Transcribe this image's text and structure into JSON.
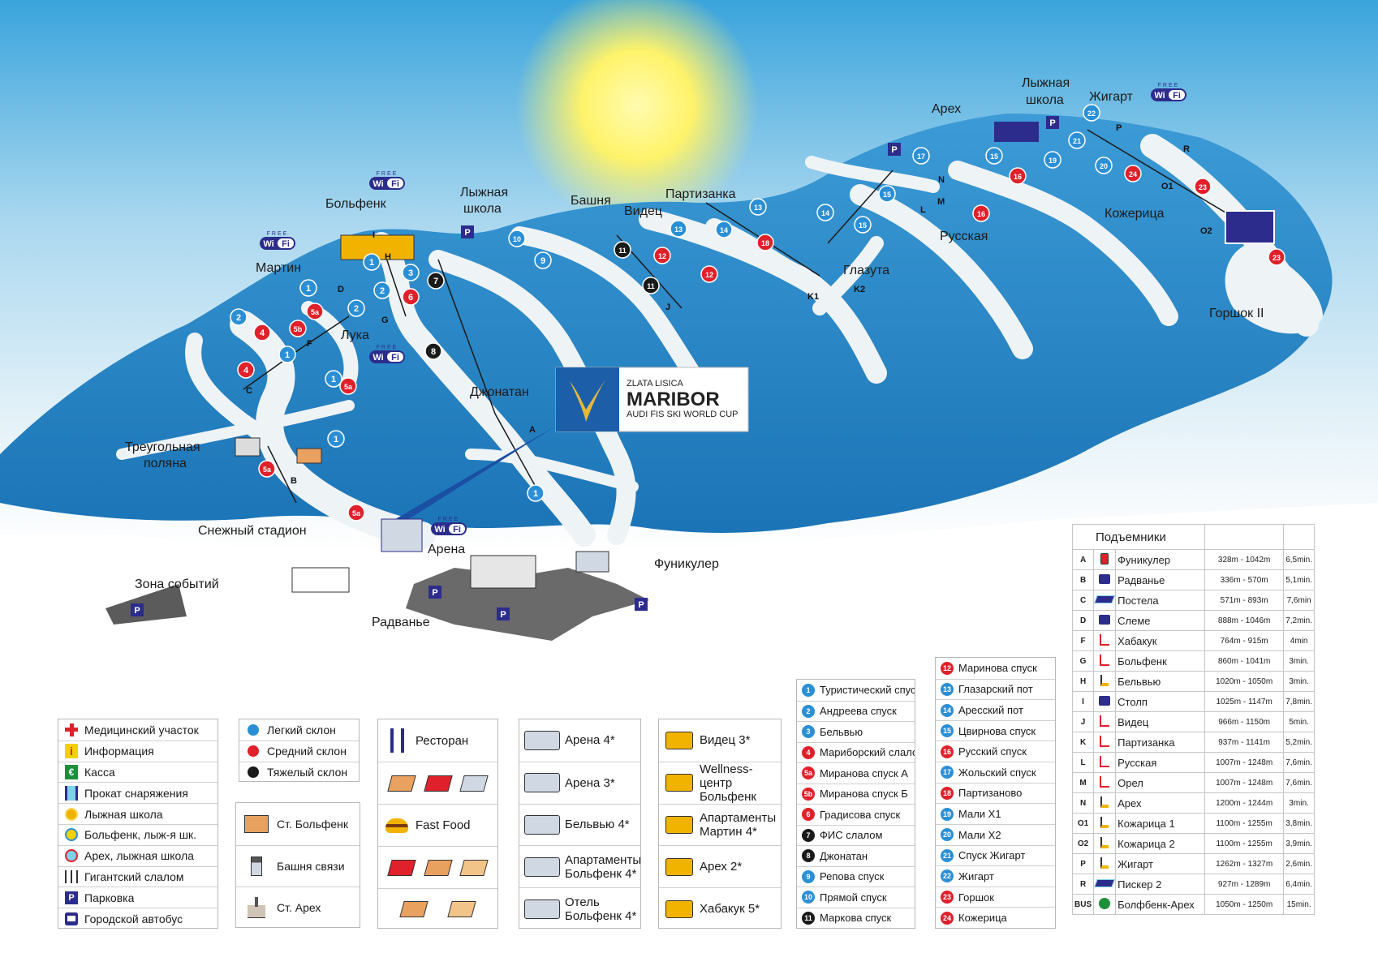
{
  "colors": {
    "sky": "#cfe8f6",
    "mountain": "#2d8fd0",
    "mountain_dark": "#1673b5",
    "snow": "#e9eef1",
    "sun": "#fff36a",
    "easy": "#2b8fd6",
    "medium": "#e0202a",
    "hard": "#1a1a1a",
    "parking": "#2c2c8c",
    "wifi": "#2c2c8c",
    "euro": "#1f8f3a",
    "info": "#f1d100"
  },
  "map_labels": [
    {
      "id": "martin",
      "text": "Мартин"
    },
    {
      "id": "bolfenk",
      "text": "Больфенк"
    },
    {
      "id": "skischool1a",
      "text": "Лыжная"
    },
    {
      "id": "skischool1b",
      "text": "школа"
    },
    {
      "id": "bashnya",
      "text": "Башня"
    },
    {
      "id": "videc",
      "text": "Видец"
    },
    {
      "id": "partizanka",
      "text": "Партизанка"
    },
    {
      "id": "luka",
      "text": "Лука"
    },
    {
      "id": "dzhonatan",
      "text": "Джонатан"
    },
    {
      "id": "treug1",
      "text": "Треугольная"
    },
    {
      "id": "treug2",
      "text": "поляна"
    },
    {
      "id": "snezhny",
      "text": "Снежный стадион"
    },
    {
      "id": "arena",
      "text": "Арена"
    },
    {
      "id": "zona",
      "text": "Зона событий"
    },
    {
      "id": "radvanye",
      "text": "Радванье"
    },
    {
      "id": "funikuler",
      "text": "Фуникулер"
    },
    {
      "id": "glazuta",
      "text": "Глазута"
    },
    {
      "id": "russkaya",
      "text": "Русская"
    },
    {
      "id": "areh",
      "text": "Арех"
    },
    {
      "id": "skischool2a",
      "text": "Лыжная"
    },
    {
      "id": "skischool2b",
      "text": "школа"
    },
    {
      "id": "zhigart",
      "text": "Жигарт"
    },
    {
      "id": "kozherica",
      "text": "Кожерица"
    },
    {
      "id": "gorshok",
      "text": "Горшок II"
    }
  ],
  "lift_letters": [
    "A",
    "B",
    "C",
    "D",
    "F",
    "G",
    "H",
    "I",
    "J",
    "K1",
    "K2",
    "L",
    "M",
    "N",
    "O1",
    "O2",
    "P",
    "R"
  ],
  "wifi": {
    "free": "FREE",
    "wi": "Wi",
    "fi": "Fi"
  },
  "logo": {
    "line1": "ZLATA LISICA",
    "line2": "MARIBOR",
    "line3": "AUDI FIS SKI WORLD CUP"
  },
  "legend_services": [
    {
      "label": "Медицинский участок",
      "icon": "medical-cross-icon"
    },
    {
      "label": "Информация",
      "icon": "info-icon"
    },
    {
      "label": "Касса",
      "icon": "euro-icon"
    },
    {
      "label": "Прокат снаряжения",
      "icon": "ski-rental-icon"
    },
    {
      "label": "Лыжная школа",
      "icon": "ski-school-sun-icon"
    },
    {
      "label": "Больфенк, лыж-я шк.",
      "icon": "bolfenk-school-icon"
    },
    {
      "label": "Арех, лыжная школа",
      "icon": "areh-school-icon"
    },
    {
      "label": "Гигантский слалом",
      "icon": "giant-slalom-icon"
    },
    {
      "label": "Парковка",
      "icon": "parking-icon"
    },
    {
      "label": "Городской автобус",
      "icon": "bus-icon"
    }
  ],
  "legend_difficulty": [
    {
      "label": "Легкий склон",
      "color": "#2b8fd6"
    },
    {
      "label": "Средний склон",
      "color": "#e0202a"
    },
    {
      "label": "Тяжелый склон",
      "color": "#1a1a1a"
    }
  ],
  "legend_landmarks": [
    {
      "label": "Ст. Больфенк",
      "icon": "castle-icon"
    },
    {
      "label": "Башня связи",
      "icon": "tower-icon"
    },
    {
      "label": "Ст. Арех",
      "icon": "church-icon"
    }
  ],
  "legend_food": [
    {
      "label": "Ресторан",
      "icon": "fork-knife-icon"
    },
    {
      "label": "Fast Food",
      "icon": "burger-icon"
    }
  ],
  "legend_hotels1": [
    {
      "label": "Арена 4*"
    },
    {
      "label": "Арена 3*"
    },
    {
      "label": "Бельвью 4*"
    },
    {
      "label": "Апартаменты Больфенк 4*"
    },
    {
      "label": "Отель Больфенк 4*"
    }
  ],
  "legend_hotels2": [
    {
      "label": "Видец 3*"
    },
    {
      "label": "Wellness-центр Больфенк"
    },
    {
      "label": "Апартаменты Мартин 4*"
    },
    {
      "label": "Арех 2*"
    },
    {
      "label": "Хабакук 5*"
    }
  ],
  "slopes_col1": [
    {
      "num": "1",
      "label": "Туристический спуск",
      "color": "#2b8fd6"
    },
    {
      "num": "2",
      "label": "Андреева спуск",
      "color": "#2b8fd6"
    },
    {
      "num": "3",
      "label": "Бельвью",
      "color": "#2b8fd6"
    },
    {
      "num": "4",
      "label": "Мариборский слалом",
      "color": "#e0202a"
    },
    {
      "num": "5a",
      "label": "Миранова спуск А",
      "color": "#e0202a"
    },
    {
      "num": "5b",
      "label": "Миранова спуск Б",
      "color": "#e0202a"
    },
    {
      "num": "6",
      "label": "Градисова спуск",
      "color": "#e0202a"
    },
    {
      "num": "7",
      "label": "ФИС слалом",
      "color": "#1a1a1a"
    },
    {
      "num": "8",
      "label": "Джонатан",
      "color": "#1a1a1a"
    },
    {
      "num": "9",
      "label": "Репова спуск",
      "color": "#2b8fd6"
    },
    {
      "num": "10",
      "label": "Прямой спуск",
      "color": "#2b8fd6"
    },
    {
      "num": "11",
      "label": "Маркова спуск",
      "color": "#1a1a1a"
    }
  ],
  "slopes_col2": [
    {
      "num": "12",
      "label": "Маринова спуск",
      "color": "#e0202a"
    },
    {
      "num": "13",
      "label": "Глазарский пот",
      "color": "#2b8fd6"
    },
    {
      "num": "14",
      "label": "Аресский пот",
      "color": "#2b8fd6"
    },
    {
      "num": "15",
      "label": "Цвирнова спуск",
      "color": "#2b8fd6"
    },
    {
      "num": "16",
      "label": "Русский спуск",
      "color": "#e0202a"
    },
    {
      "num": "17",
      "label": "Жольский спуск",
      "color": "#2b8fd6"
    },
    {
      "num": "18",
      "label": "Партизаново",
      "color": "#e0202a"
    },
    {
      "num": "19",
      "label": "Мали X1",
      "color": "#2b8fd6"
    },
    {
      "num": "20",
      "label": "Мали X2",
      "color": "#2b8fd6"
    },
    {
      "num": "21",
      "label": "Спуск Жигарт",
      "color": "#2b8fd6"
    },
    {
      "num": "22",
      "label": "Жигарт",
      "color": "#2b8fd6"
    },
    {
      "num": "23",
      "label": "Горшок",
      "color": "#e0202a"
    },
    {
      "num": "24",
      "label": "Кожерица",
      "color": "#e0202a"
    }
  ],
  "lifts_title": "Подъемники",
  "lifts": [
    {
      "key": "A",
      "name": "Фуникулер",
      "heights": "328m - 1042m",
      "time": "6,5min.",
      "icon": "gondola"
    },
    {
      "key": "B",
      "name": "Радванье",
      "heights": "336m - 570m",
      "time": "5,1min.",
      "icon": "chair"
    },
    {
      "key": "C",
      "name": "Постела",
      "heights": "571m - 893m",
      "time": "7,6min",
      "icon": "sixchair"
    },
    {
      "key": "D",
      "name": "Слеме",
      "heights": "888m - 1046m",
      "time": "7,2min.",
      "icon": "chair"
    },
    {
      "key": "F",
      "name": "Хабакук",
      "heights": "764m - 915m",
      "time": "4min",
      "icon": "tbar"
    },
    {
      "key": "G",
      "name": "Больфенк",
      "heights": "860m - 1041m",
      "time": "3min.",
      "icon": "tbar"
    },
    {
      "key": "H",
      "name": "Бельвью",
      "heights": "1020m - 1050m",
      "time": "3min.",
      "icon": "button"
    },
    {
      "key": "I",
      "name": "Столп",
      "heights": "1025m - 1147m",
      "time": "7,8min.",
      "icon": "chair"
    },
    {
      "key": "J",
      "name": "Видец",
      "heights": "966m - 1150m",
      "time": "5min.",
      "icon": "tbar"
    },
    {
      "key": "K",
      "name": "Партизанка",
      "heights": "937m - 1141m",
      "time": "5,2min.",
      "icon": "tbar"
    },
    {
      "key": "L",
      "name": "Русская",
      "heights": "1007m - 1248m",
      "time": "7,6min.",
      "icon": "tbar"
    },
    {
      "key": "M",
      "name": "Орел",
      "heights": "1007m - 1248m",
      "time": "7,6min.",
      "icon": "tbar"
    },
    {
      "key": "N",
      "name": "Арех",
      "heights": "1200m - 1244m",
      "time": "3min.",
      "icon": "button"
    },
    {
      "key": "O1",
      "name": "Кожарица 1",
      "heights": "1100m - 1255m",
      "time": "3,8min.",
      "icon": "button"
    },
    {
      "key": "O2",
      "name": "Кожарица 2",
      "heights": "1100m - 1255m",
      "time": "3,9min.",
      "icon": "button"
    },
    {
      "key": "P",
      "name": "Жигарт",
      "heights": "1262m - 1327m",
      "time": "2,6min.",
      "icon": "button"
    },
    {
      "key": "R",
      "name": "Пискер 2",
      "heights": "927m - 1289m",
      "time": "6,4min.",
      "icon": "sixchair"
    },
    {
      "key": "BUS",
      "name": "Болфбенк-Арех",
      "heights": "1050m - 1250m",
      "time": "15min.",
      "icon": "bus"
    }
  ]
}
